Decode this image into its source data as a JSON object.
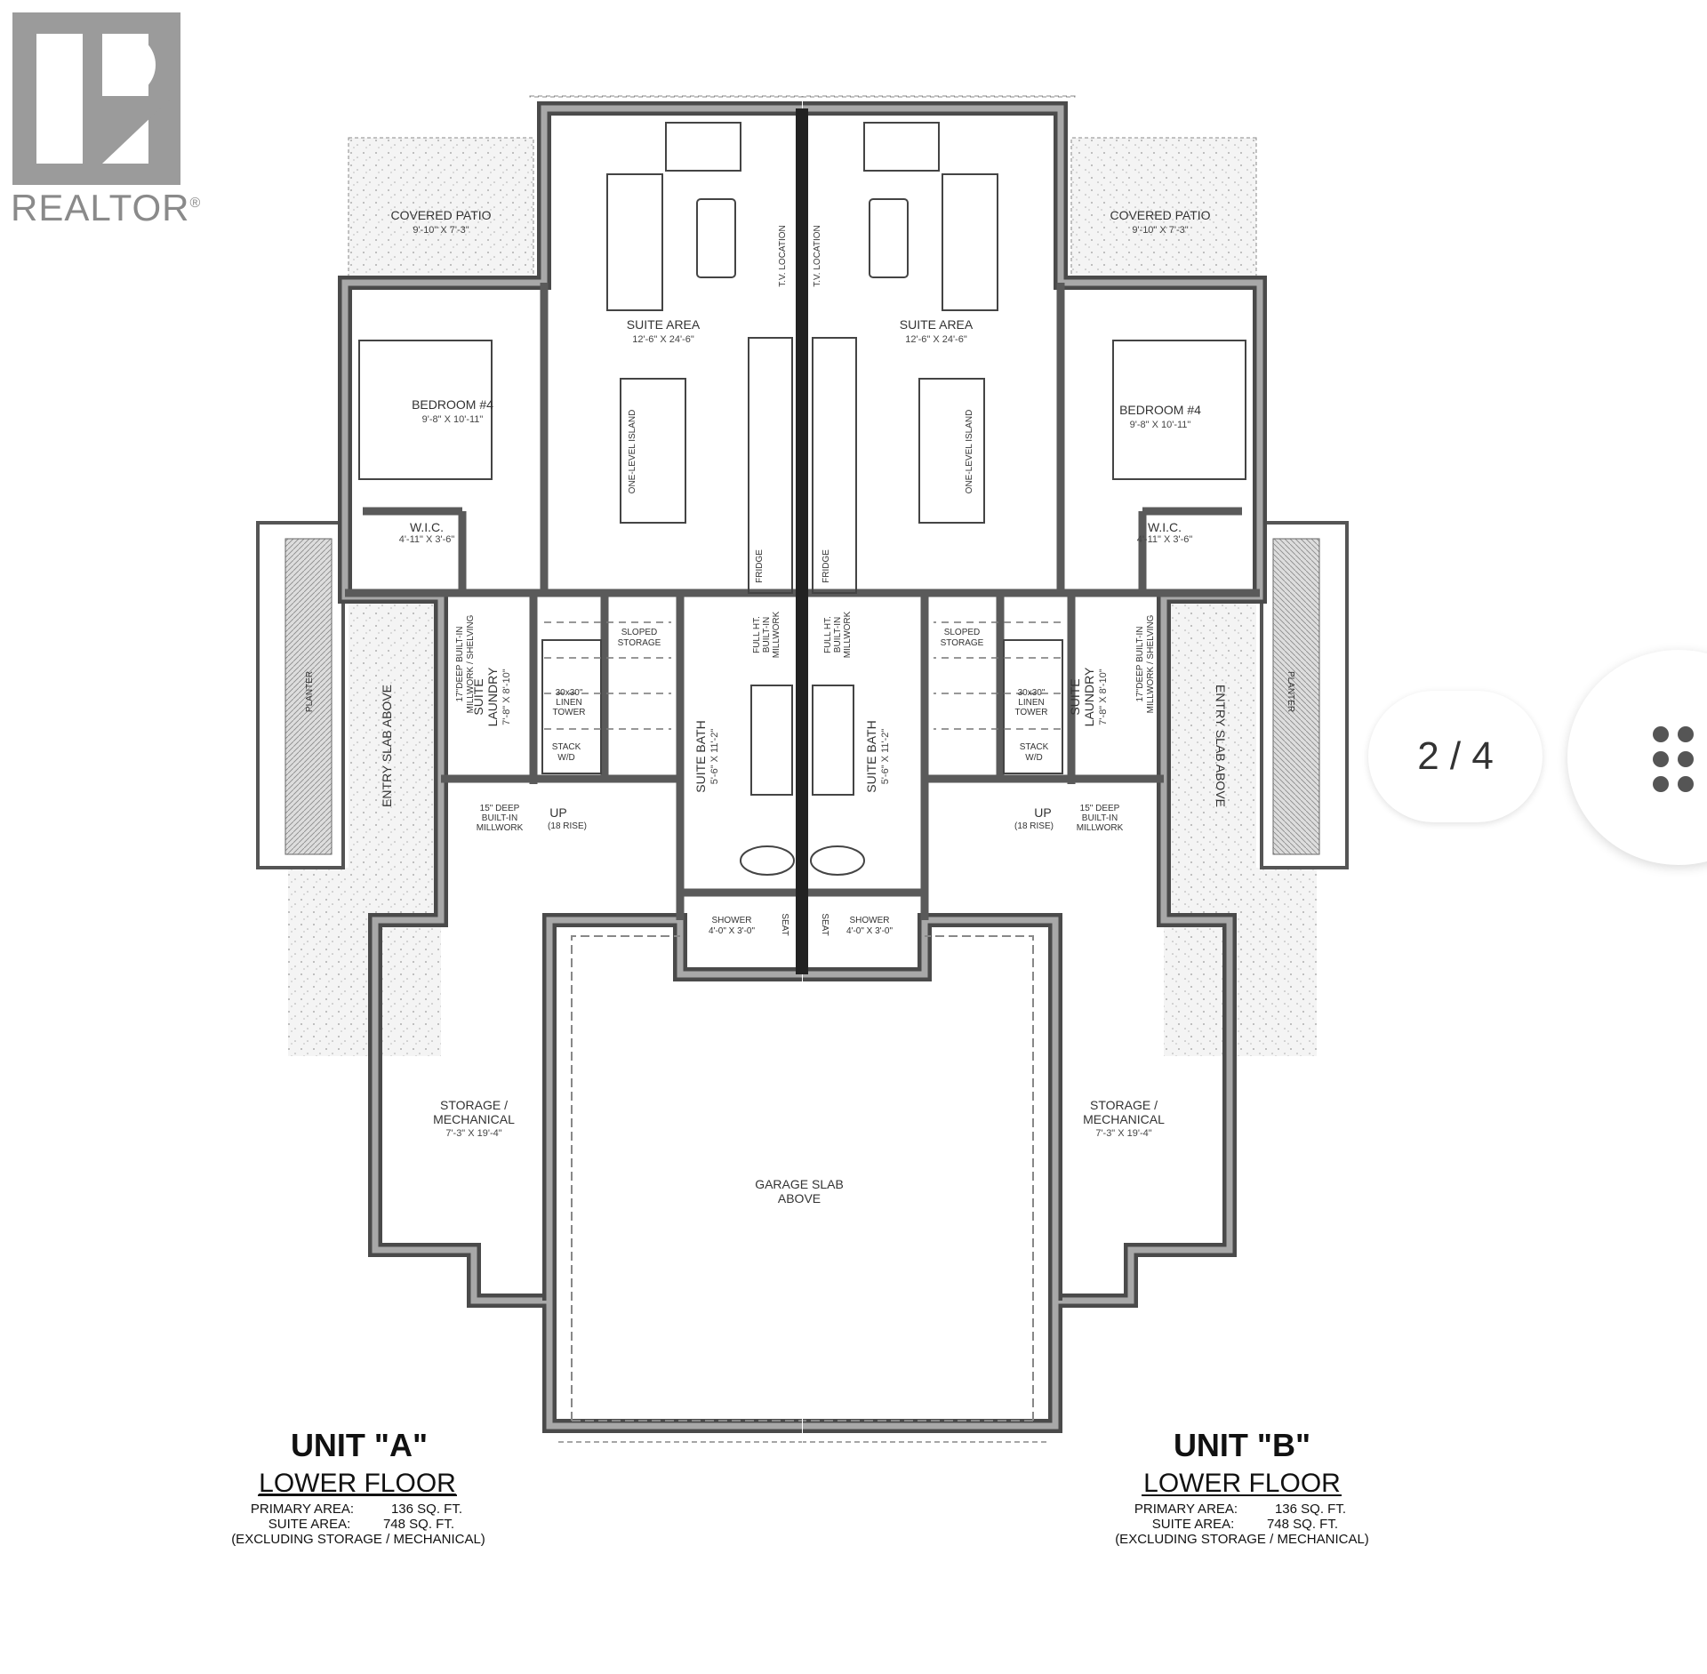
{
  "logo": {
    "text": "REALTOR",
    "mark": "®"
  },
  "pager": {
    "current": 2,
    "total": 4,
    "label": "2 / 4"
  },
  "grid_button": {
    "icon": "grid-dots-icon"
  },
  "plan": {
    "rooms_a": {
      "covered_patio": "COVERED PATIO",
      "covered_patio_dim": "9'-10\" X 7'-3\"",
      "suite_area": "SUITE AREA",
      "suite_area_dim": "12'-6\" X 24'-6\"",
      "bedroom": "BEDROOM #4",
      "bedroom_dim": "9'-8\" X 10'-11\"",
      "wic": "W.I.C.",
      "wic_dim": "4'-11\" X 3'-6\"",
      "sloped_storage_1": "SLOPED",
      "sloped_storage_2": "STORAGE",
      "laundry_1": "SUITE",
      "laundry_2": "LAUNDRY",
      "laundry_dim": "7'-8\" X 8'-10\"",
      "linen_1": "30x30\"",
      "linen_2": "LINEN",
      "linen_3": "TOWER",
      "stack_1": "STACK",
      "stack_2": "W/D",
      "millwork15_1": "15\" DEEP",
      "millwork15_2": "BUILT-IN",
      "millwork15_3": "MILLWORK",
      "millwork17_1": "17\"DEEP BUILT-IN",
      "millwork17_2": "MILLWORK / SHELVING",
      "up": "UP",
      "rise": "(18 RISE)",
      "bath": "SUITE BATH",
      "bath_dim": "5'-6\" X 11'-2\"",
      "full_ht_1": "FULL HT.",
      "full_ht_2": "BUILT-IN",
      "full_ht_3": "MILLWORK",
      "fridge": "FRIDGE",
      "island": "ONE-LEVEL ISLAND",
      "tv": "T.V. LOCATION",
      "shower": "SHOWER",
      "shower_dim": "4'-0\" X 3'-0\"",
      "seat": "SEAT",
      "storage_1": "STORAGE /",
      "storage_2": "MECHANICAL",
      "storage_dim": "7'-3\" X 19'-4\"",
      "entry_slab": "ENTRY SLAB ABOVE",
      "planter": "PLANTER"
    },
    "garage_1": "GARAGE SLAB",
    "garage_2": "ABOVE",
    "units": [
      {
        "title": "UNIT \"A\"",
        "subtitle": "LOWER FLOOR",
        "primary_label": "PRIMARY AREA:",
        "primary_value": "136 SQ. FT.",
        "suite_label": "SUITE AREA:",
        "suite_value": "748 SQ. FT.",
        "note": "(EXCLUDING STORAGE / MECHANICAL)"
      },
      {
        "title": "UNIT \"B\"",
        "subtitle": "LOWER FLOOR",
        "primary_label": "PRIMARY AREA:",
        "primary_value": "136 SQ. FT.",
        "suite_label": "SUITE AREA:",
        "suite_value": "748 SQ. FT.",
        "note": "(EXCLUDING STORAGE / MECHANICAL)"
      }
    ]
  }
}
